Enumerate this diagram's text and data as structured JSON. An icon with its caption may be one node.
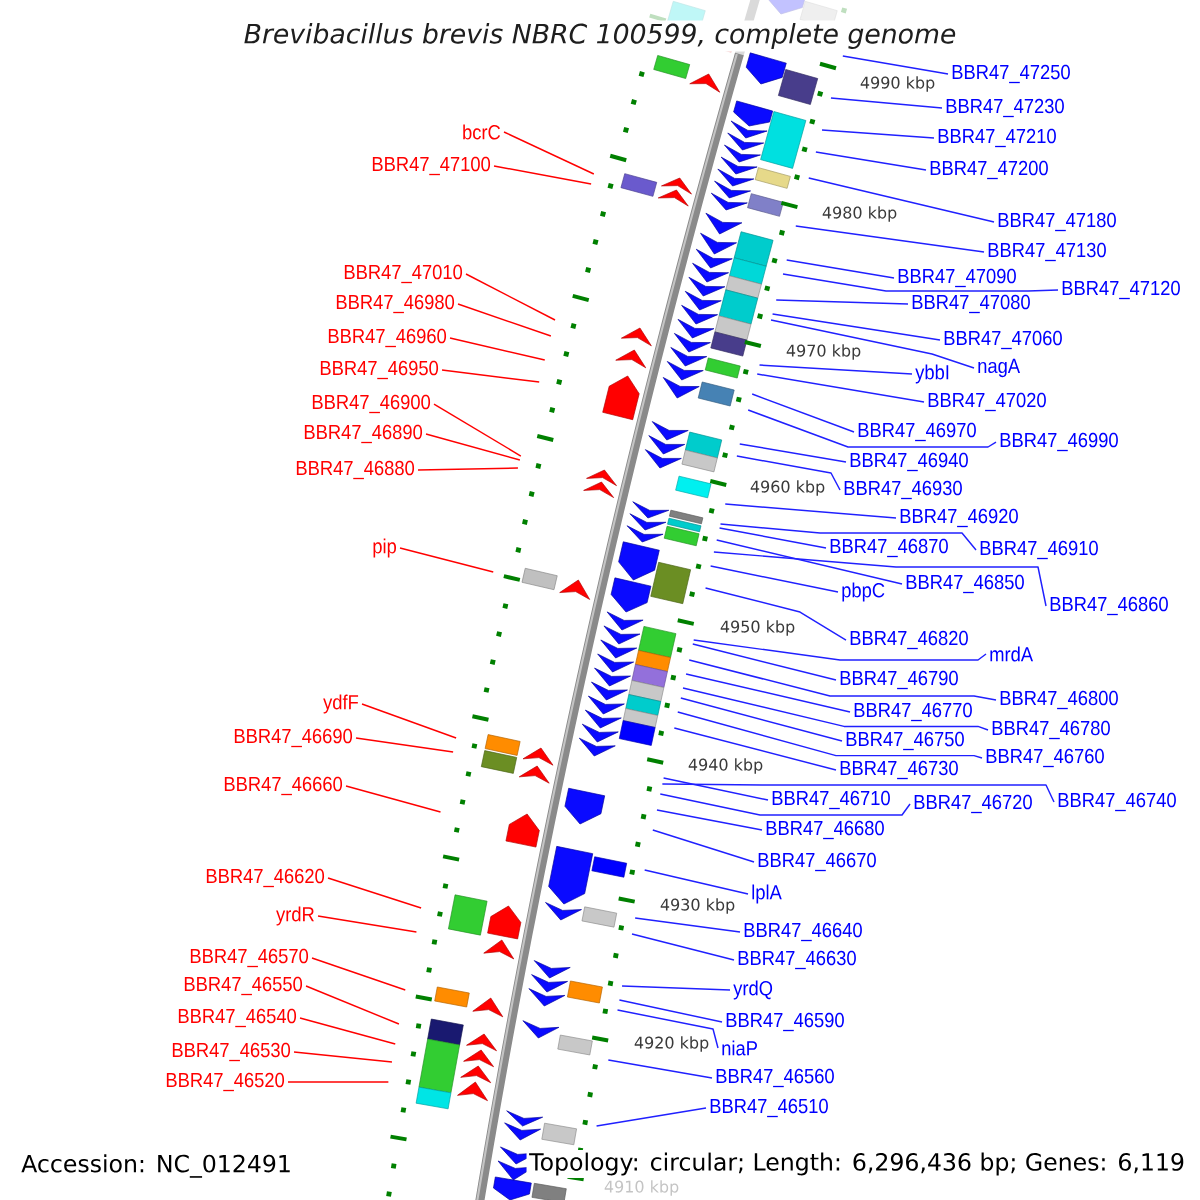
{
  "diagram": {
    "title": "Brevibacillus brevis NBRC 100599, complete genome",
    "nodes": [
      {
        "text": [
          "bcrC"
        ]
      },
      {
        "text": [
          "BBR47_47100"
        ]
      },
      {
        "text": [
          "BBR47_47010"
        ]
      },
      {
        "text": [
          "BBR47_46980"
        ]
      },
      {
        "text": [
          "BBR47_46960"
        ]
      },
      {
        "text": [
          "BBR47_46950"
        ]
      },
      {
        "text": [
          "BBR47_46900"
        ]
      },
      {
        "text": [
          "BBR47_46890"
        ]
      },
      {
        "text": [
          "BBR47_46880"
        ]
      },
      {
        "text": [
          "pip"
        ]
      },
      {
        "text": [
          "ydfF"
        ]
      },
      {
        "text": [
          "BBR47_46690"
        ]
      },
      {
        "text": [
          "BBR47_46660"
        ]
      },
      {
        "text": [
          "BBR47_46620"
        ]
      },
      {
        "text": [
          "yrdR"
        ]
      },
      {
        "text": [
          "BBR47_46570"
        ]
      },
      {
        "text": [
          "BBR47_46550"
        ]
      },
      {
        "text": [
          "BBR47_46540"
        ]
      },
      {
        "text": [
          "BBR47_46530"
        ]
      },
      {
        "text": [
          "BBR47_46520"
        ]
      },
      {
        "text": [
          "BBR47_47250"
        ]
      },
      {
        "text": [
          "BBR47_47230"
        ]
      },
      {
        "text": [
          "BBR47_47210"
        ]
      },
      {
        "text": [
          "BBR47_47200"
        ]
      },
      {
        "text": [
          "BBR47_47180"
        ]
      },
      {
        "text": [
          "BBR47_47130"
        ]
      },
      {
        "text": [
          "BBR47_47090"
        ]
      },
      {
        "text": [
          "BBR47_47120"
        ]
      },
      {
        "text": [
          "BBR47_47080"
        ]
      },
      {
        "text": [
          "BBR47_47060"
        ]
      },
      {
        "text": [
          "ybbI"
        ]
      },
      {
        "text": [
          "nagA"
        ]
      },
      {
        "text": [
          "BBR47_47020"
        ]
      },
      {
        "text": [
          "BBR47_46970"
        ]
      },
      {
        "text": [
          "BBR47_46990"
        ]
      },
      {
        "text": [
          "BBR47_46940"
        ]
      },
      {
        "text": [
          "BBR47_46930"
        ]
      },
      {
        "text": [
          "BBR47_46920"
        ]
      },
      {
        "text": [
          "BBR47_46870"
        ]
      },
      {
        "text": [
          "BBR47_46910"
        ]
      },
      {
        "text": [
          "pbpC"
        ]
      },
      {
        "text": [
          "BBR47_46850"
        ]
      },
      {
        "text": [
          "BBR47_46860"
        ]
      },
      {
        "text": [
          "BBR47_46820"
        ]
      },
      {
        "text": [
          "mrdA"
        ]
      },
      {
        "text": [
          "BBR47_46790"
        ]
      },
      {
        "text": [
          "BBR47_46800"
        ]
      },
      {
        "text": [
          "BBR47_46770"
        ]
      },
      {
        "text": [
          "BBR47_46780"
        ]
      },
      {
        "text": [
          "BBR47_46750"
        ]
      },
      {
        "text": [
          "BBR47_46760"
        ]
      },
      {
        "text": [
          "BBR47_46730"
        ]
      },
      {
        "text": [
          "BBR47_46710"
        ]
      },
      {
        "text": [
          "BBR47_46720"
        ]
      },
      {
        "text": [
          "BBR47_46740"
        ]
      },
      {
        "text": [
          "BBR47_46680"
        ]
      },
      {
        "text": [
          "BBR47_46670"
        ]
      },
      {
        "text": [
          "lplA"
        ]
      },
      {
        "text": [
          "BBR47_46640"
        ]
      },
      {
        "text": [
          "BBR47_46630"
        ]
      },
      {
        "text": [
          "yrdQ"
        ]
      },
      {
        "text": [
          "BBR47_46590"
        ]
      },
      {
        "text": [
          "niaP"
        ]
      },
      {
        "text": [
          "BBR47_46560"
        ]
      },
      {
        "text": [
          "BBR47_46510"
        ]
      }
    ],
    "edges": [
      {
        "from": 0,
        "to": null,
        "arrow": "none",
        "color": "#ff0000"
      },
      {
        "from": 1,
        "to": null,
        "arrow": "none",
        "color": "#ff0000"
      },
      {
        "from": 2,
        "to": null,
        "arrow": "none",
        "color": "#ff0000"
      },
      {
        "from": 3,
        "to": null,
        "arrow": "none",
        "color": "#ff0000"
      },
      {
        "from": 4,
        "to": null,
        "arrow": "none",
        "color": "#ff0000"
      },
      {
        "from": 5,
        "to": null,
        "arrow": "none",
        "color": "#ff0000"
      },
      {
        "from": 6,
        "to": null,
        "arrow": "none",
        "color": "#ff0000"
      },
      {
        "from": 7,
        "to": null,
        "arrow": "none",
        "color": "#ff0000"
      },
      {
        "from": 8,
        "to": null,
        "arrow": "none",
        "color": "#ff0000"
      },
      {
        "from": 9,
        "to": null,
        "arrow": "none",
        "color": "#ff0000"
      },
      {
        "from": 10,
        "to": null,
        "arrow": "none",
        "color": "#ff0000"
      },
      {
        "from": 11,
        "to": null,
        "arrow": "none",
        "color": "#ff0000"
      },
      {
        "from": 12,
        "to": null,
        "arrow": "none",
        "color": "#ff0000"
      },
      {
        "from": 13,
        "to": null,
        "arrow": "none",
        "color": "#ff0000"
      },
      {
        "from": 14,
        "to": null,
        "arrow": "none",
        "color": "#ff0000"
      },
      {
        "from": 15,
        "to": null,
        "arrow": "none",
        "color": "#ff0000"
      },
      {
        "from": 16,
        "to": null,
        "arrow": "none",
        "color": "#ff0000"
      },
      {
        "from": 17,
        "to": null,
        "arrow": "none",
        "color": "#ff0000"
      },
      {
        "from": 18,
        "to": null,
        "arrow": "none",
        "color": "#ff0000"
      },
      {
        "from": 19,
        "to": null,
        "arrow": "none",
        "color": "#ff0000"
      },
      {
        "from": 20,
        "to": null,
        "arrow": "none"
      },
      {
        "from": 21,
        "to": null,
        "arrow": "none"
      },
      {
        "from": 22,
        "to": null,
        "arrow": "none"
      },
      {
        "from": 23,
        "to": null,
        "arrow": "none"
      },
      {
        "from": 24,
        "to": null,
        "arrow": "none"
      },
      {
        "from": 25,
        "to": null,
        "arrow": "none"
      },
      {
        "from": 26,
        "to": null,
        "arrow": "none"
      },
      {
        "from": 27,
        "to": null,
        "arrow": "none"
      },
      {
        "from": 28,
        "to": null,
        "arrow": "none"
      },
      {
        "from": 29,
        "to": null,
        "arrow": "none"
      },
      {
        "from": 30,
        "to": null,
        "arrow": "none"
      },
      {
        "from": 31,
        "to": null,
        "arrow": "none"
      },
      {
        "from": 32,
        "to": null,
        "arrow": "none"
      },
      {
        "from": 33,
        "to": null,
        "arrow": "none"
      },
      {
        "from": 34,
        "to": null,
        "arrow": "none"
      },
      {
        "from": 35,
        "to": null,
        "arrow": "none"
      },
      {
        "from": 36,
        "to": null,
        "arrow": "none"
      },
      {
        "from": 37,
        "to": null,
        "arrow": "none"
      },
      {
        "from": 38,
        "to": null,
        "arrow": "none"
      },
      {
        "from": 39,
        "to": null,
        "arrow": "none"
      },
      {
        "from": 40,
        "to": null,
        "arrow": "none"
      },
      {
        "from": 41,
        "to": null,
        "arrow": "none"
      },
      {
        "from": 42,
        "to": null,
        "arrow": "none"
      },
      {
        "from": 43,
        "to": null,
        "arrow": "none"
      },
      {
        "from": 44,
        "to": null,
        "arrow": "none"
      },
      {
        "from": 45,
        "to": null,
        "arrow": "none"
      },
      {
        "from": 46,
        "to": null,
        "arrow": "none"
      },
      {
        "from": 47,
        "to": null,
        "arrow": "none"
      },
      {
        "from": 48,
        "to": null,
        "arrow": "none"
      },
      {
        "from": 49,
        "to": null,
        "arrow": "none"
      },
      {
        "from": 50,
        "to": null,
        "arrow": "none"
      },
      {
        "from": 51,
        "to": null,
        "arrow": "none"
      },
      {
        "from": 52,
        "to": null,
        "arrow": "none"
      },
      {
        "from": 53,
        "to": null,
        "arrow": "none"
      },
      {
        "from": 54,
        "to": null,
        "arrow": "none"
      },
      {
        "from": 55,
        "to": null,
        "arrow": "none"
      },
      {
        "from": 56,
        "to": null,
        "arrow": "none"
      },
      {
        "from": 57,
        "to": null,
        "arrow": "none"
      },
      {
        "from": 58,
        "to": null,
        "arrow": "none"
      },
      {
        "from": 59,
        "to": null,
        "arrow": "none"
      },
      {
        "from": 60,
        "to": null,
        "arrow": "none"
      },
      {
        "from": 61,
        "to": null,
        "arrow": "none"
      },
      {
        "from": 62,
        "to": null,
        "arrow": "none"
      },
      {
        "from": 63,
        "to": null,
        "arrow": "none"
      },
      {
        "from": 64,
        "to": null,
        "arrow": "none"
      }
    ],
    "labels": [
      "4990 kbp",
      "4980 kbp",
      "4970 kbp",
      "4960 kbp",
      "4950 kbp",
      "4940 kbp",
      "4930 kbp",
      "4920 kbp",
      "4910 kbp",
      "Accession: NC_012491",
      "Topology: circular; Length: 6,296,436 bp; Genes: 6,119"
    ]
  }
}
